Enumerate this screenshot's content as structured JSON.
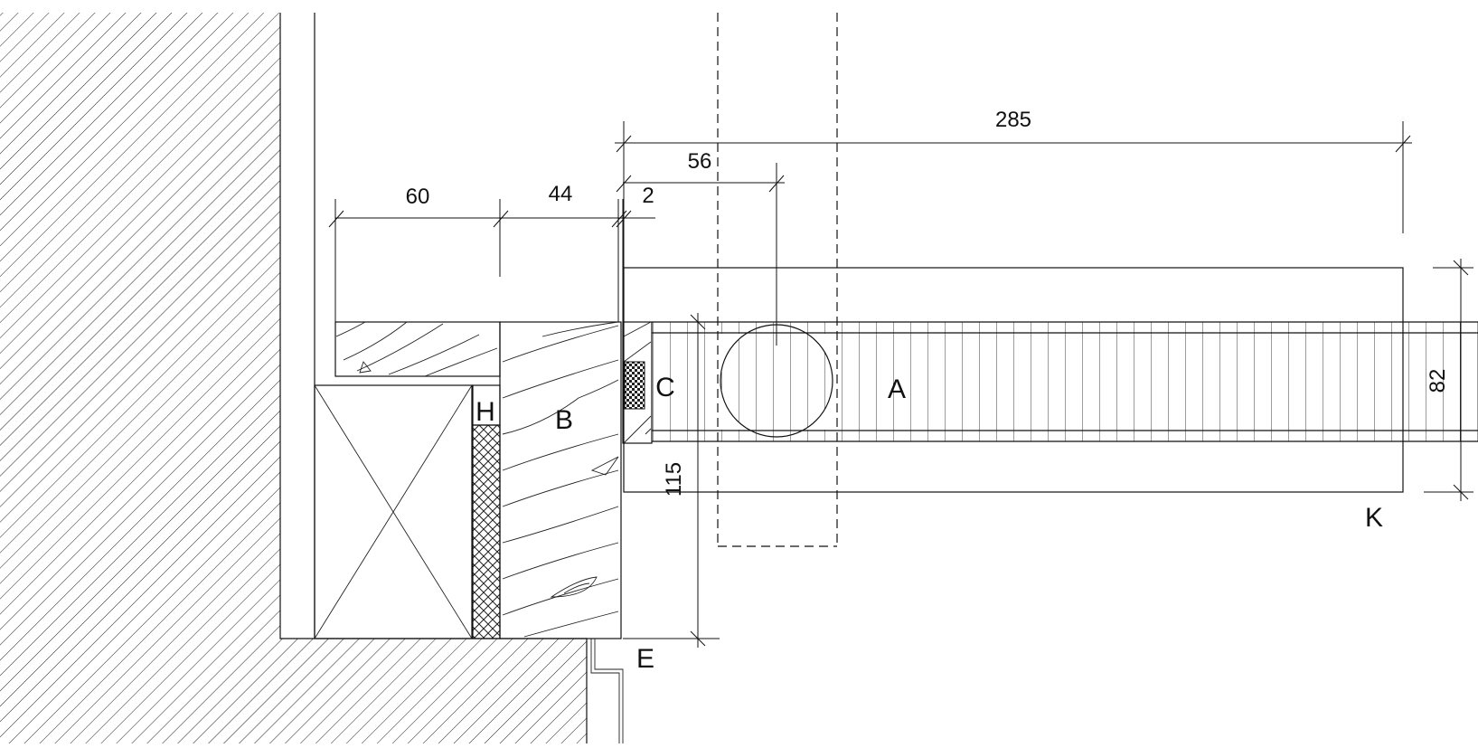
{
  "dimensions": {
    "d60": "60",
    "d44": "44",
    "d2": "2",
    "d56": "56",
    "d285": "285",
    "d115": "115",
    "d82": "82"
  },
  "labels": {
    "A": "A",
    "B": "B",
    "C": "C",
    "E": "E",
    "H": "H",
    "K": "K"
  },
  "colors": {
    "line": "#111111",
    "background": "#ffffff"
  }
}
